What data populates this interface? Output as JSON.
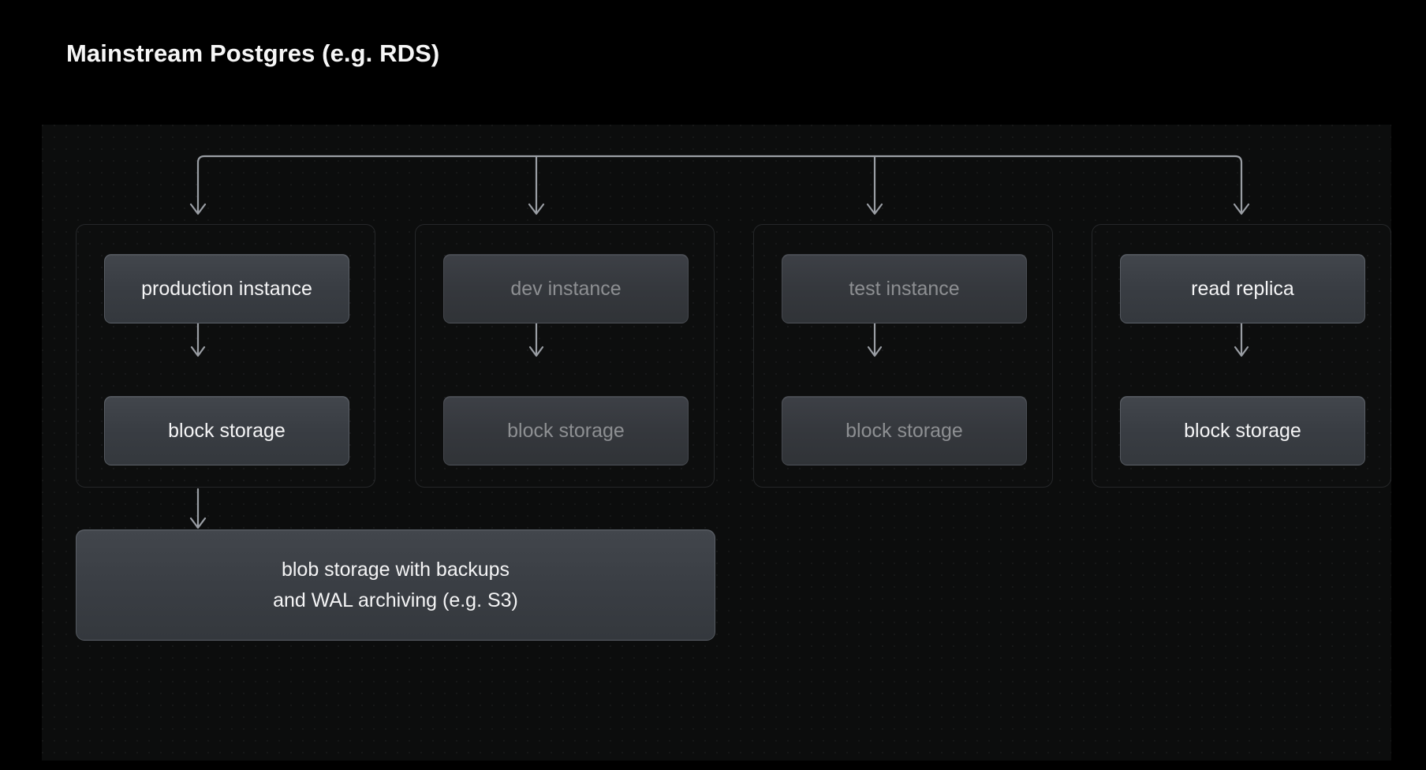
{
  "page": {
    "title": "Mainstream Postgres (e.g. RDS)",
    "background_color": "#000000",
    "canvas_color": "#0c0d0d",
    "accent_text_color": "#f4f4f5",
    "dim_text_color": "#8d8f92",
    "connector_color": "#9a9ea4"
  },
  "diagram": {
    "type": "architecture-tree",
    "columns": [
      {
        "id": "production",
        "state": "active",
        "instance_label": "production instance",
        "storage_label": "block storage",
        "link": "bidirectional"
      },
      {
        "id": "dev",
        "state": "dimmed",
        "instance_label": "dev instance",
        "storage_label": "block storage",
        "link": "bidirectional"
      },
      {
        "id": "test",
        "state": "dimmed",
        "instance_label": "test instance",
        "storage_label": "block storage",
        "link": "bidirectional"
      },
      {
        "id": "read-replica",
        "state": "active",
        "instance_label": "read replica",
        "storage_label": "block storage",
        "link": "bidirectional"
      }
    ],
    "blob_storage": {
      "line1": "blob storage with backups",
      "line2": "and WAL archiving (e.g. S3)",
      "source_column": "production"
    }
  }
}
